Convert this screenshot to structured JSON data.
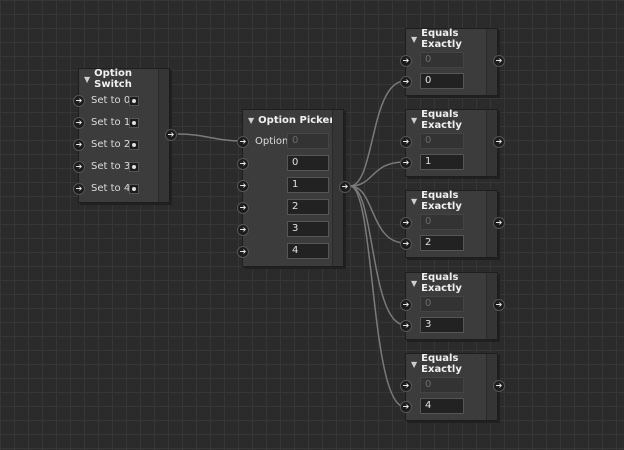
{
  "option_switch": {
    "title": "Option Switch",
    "items": [
      {
        "label": "Set to 0"
      },
      {
        "label": "Set to 1"
      },
      {
        "label": "Set to 2"
      },
      {
        "label": "Set to 3"
      },
      {
        "label": "Set to 4"
      }
    ]
  },
  "option_picker": {
    "title": "Option Picker",
    "option_label": "Option",
    "option_value": "0",
    "values": [
      "0",
      "1",
      "2",
      "3",
      "4"
    ]
  },
  "equals_nodes": [
    {
      "title": "Equals Exactly",
      "a": "0",
      "b": "0"
    },
    {
      "title": "Equals Exactly",
      "a": "0",
      "b": "1"
    },
    {
      "title": "Equals Exactly",
      "a": "0",
      "b": "2"
    },
    {
      "title": "Equals Exactly",
      "a": "0",
      "b": "3"
    },
    {
      "title": "Equals Exactly",
      "a": "0",
      "b": "4"
    }
  ],
  "colors": {
    "wire": "#7a7a7a",
    "background": "#2b2b2b",
    "node": "#3c3c3c"
  },
  "icons": {
    "input_port": "arrow-right-icon",
    "collapse": "triangle-down-icon"
  }
}
